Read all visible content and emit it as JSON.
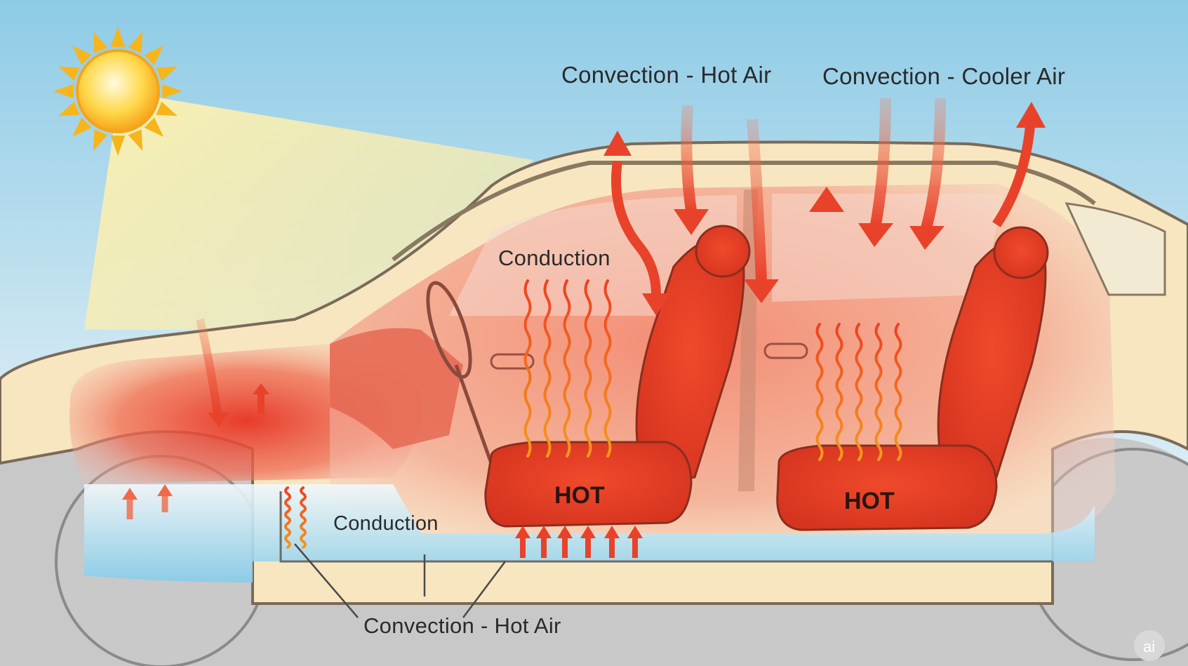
{
  "labels": {
    "convection_hot_air_top": "Convection - Hot Air",
    "convection_cooler_air": "Convection - Cooler Air",
    "conduction_upper": "Conduction",
    "conduction_lower": "Conduction",
    "convection_hot_air_bottom": "Convection - Hot Air",
    "front_seat": "HOT",
    "rear_seat": "HOT"
  },
  "watermark": {
    "text": "ai"
  },
  "icons": [
    "sun-icon",
    "arrow-icon",
    "heat-wave-icon",
    "car-icon"
  ],
  "colors": {
    "sky_top": "#8fcbe6",
    "sky_bottom": "#eaf4f9",
    "car_body": "#f7e6c0",
    "car_outline": "#7a6a58",
    "heat_red": "#e8422a",
    "heat_orange": "#f07a2e",
    "wave_yellow": "#f5a623",
    "floor_blue": "#8fd0ea",
    "tire_gray": "#c9c9c9",
    "sun_yellow": "#f7b51c"
  }
}
